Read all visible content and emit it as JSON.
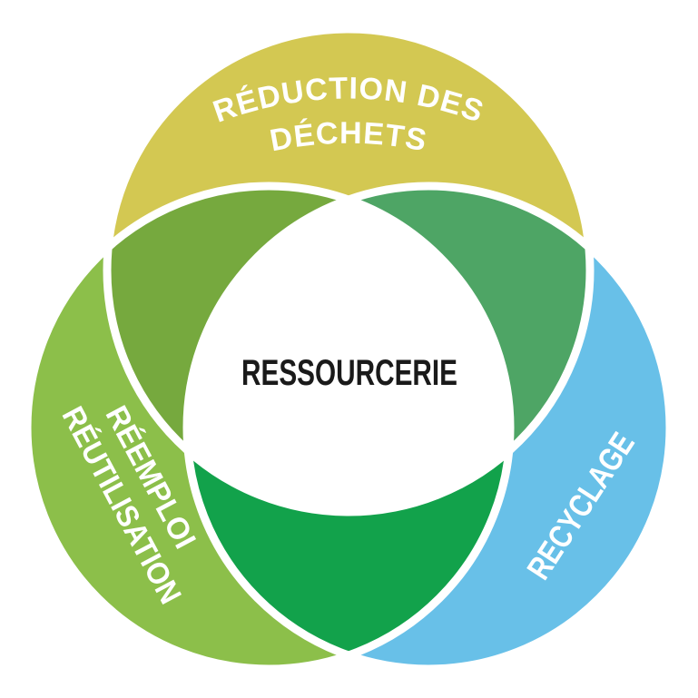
{
  "venn": {
    "center_label": "RESSOURCERIE",
    "center_text_color": "#1a1a1a",
    "label_text_color": "#ffffff",
    "divider_color": "#ffffff",
    "background_color": "#ffffff",
    "circles": {
      "top": {
        "name": "réduction des déchets",
        "line1": "RÉDUCTION DES",
        "line2": "DÉCHETS",
        "color": "#d3c852"
      },
      "left": {
        "name": "réemploi réutilisation",
        "line1": "RÉEMPLOI",
        "line2": "RÉUTILISATION",
        "color": "#8cbf4a"
      },
      "right": {
        "name": "recyclage",
        "label": "RECYCLAGE",
        "color": "#68c0e8"
      }
    },
    "overlaps": {
      "top_left": {
        "color": "#76a93e"
      },
      "top_right": {
        "color": "#4ea565"
      },
      "bottom": {
        "color": "#12a24b"
      },
      "center": {
        "color": "#ffffff"
      }
    }
  }
}
